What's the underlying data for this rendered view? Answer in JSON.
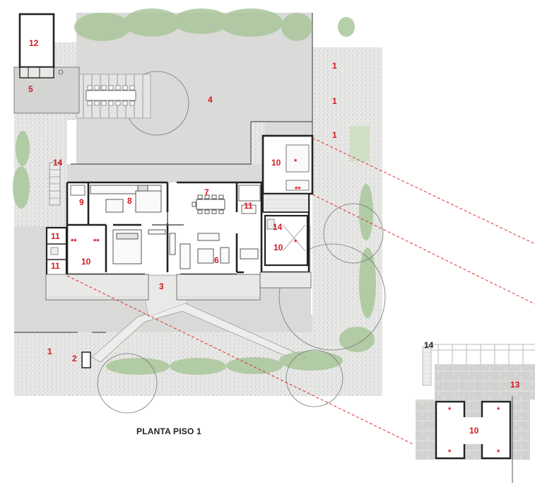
{
  "title": "PLANTA PISO 1",
  "colors": {
    "label": "#d4181f",
    "wall": "#222222",
    "terrace": "#d9d9d7",
    "gravel": "#c8c8c6",
    "tree": "#9fbf8e",
    "annotation-line": "#e0302a"
  },
  "rooms": [
    {
      "id": "r12",
      "text": "12"
    },
    {
      "id": "r5",
      "text": "5"
    },
    {
      "id": "r4",
      "text": "4"
    },
    {
      "id": "r1a",
      "text": "1"
    },
    {
      "id": "r1b",
      "text": "1"
    },
    {
      "id": "r1c",
      "text": "1"
    },
    {
      "id": "r14a",
      "text": "14"
    },
    {
      "id": "r10a",
      "text": "10"
    },
    {
      "id": "r9",
      "text": "9"
    },
    {
      "id": "r8",
      "text": "8"
    },
    {
      "id": "r7",
      "text": "7"
    },
    {
      "id": "r11a",
      "text": "11"
    },
    {
      "id": "r14b",
      "text": "14"
    },
    {
      "id": "r11b",
      "text": "11"
    },
    {
      "id": "r10b",
      "text": "10"
    },
    {
      "id": "r6",
      "text": "6"
    },
    {
      "id": "r10c",
      "text": "10"
    },
    {
      "id": "r11c",
      "text": "11"
    },
    {
      "id": "r3",
      "text": "3"
    },
    {
      "id": "r1d",
      "text": "1"
    },
    {
      "id": "r2",
      "text": "2"
    },
    {
      "id": "r14c",
      "text": "14"
    },
    {
      "id": "r13",
      "text": "13"
    },
    {
      "id": "r10d",
      "text": "10"
    }
  ],
  "marks": [
    {
      "id": "m1",
      "text": "*"
    },
    {
      "id": "m2",
      "text": "**"
    },
    {
      "id": "m3",
      "text": "*"
    },
    {
      "id": "m4",
      "text": "**"
    },
    {
      "id": "m5",
      "text": "**"
    },
    {
      "id": "m6",
      "text": "*"
    },
    {
      "id": "m7",
      "text": "*"
    },
    {
      "id": "m8",
      "text": "*"
    },
    {
      "id": "m9",
      "text": "*"
    }
  ]
}
